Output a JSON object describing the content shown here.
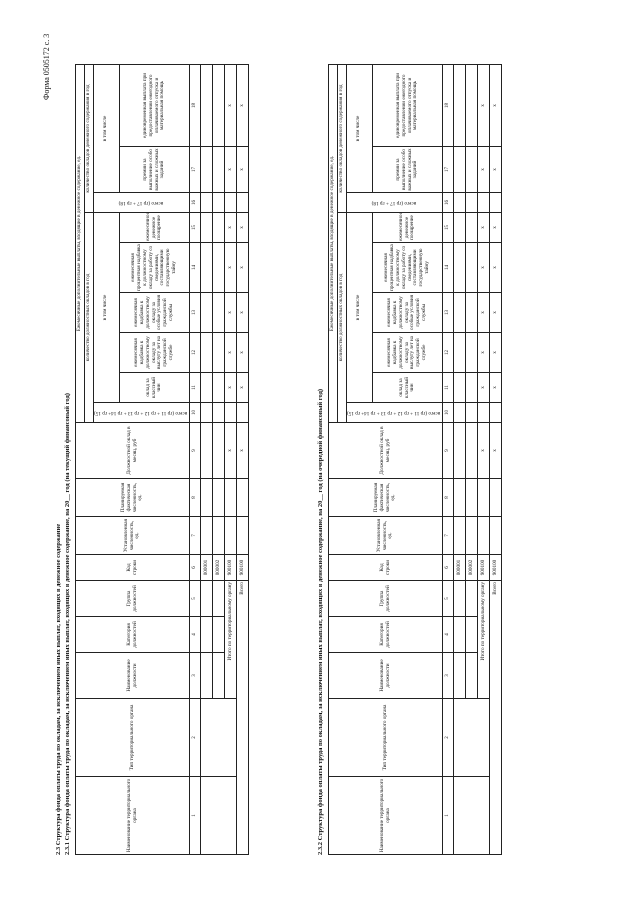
{
  "form_number": "Форма 0505172 с. 3",
  "section_title": "2.3 Структура фонда оплаты труда по окладам, за исключением иных выплат, входящих в денежное содержание",
  "table1": {
    "title": "2.3.1 Структура фонда оплаты труда по окладам, за исключением иных выплат, входящих в денежное содержание, на 20__ год (на текущий финансовый год)"
  },
  "table2": {
    "title": "2.3.2 Структура фонда оплаты труда по окладам, за исключением иных выплат, входящих в денежное содержание, на 20__ год (на очередной финансовый год)"
  },
  "headers": {
    "name": "Наименование территориального органа",
    "type": "Тип территориального органа",
    "position_name": "Наименование должности",
    "category": "Категория должностей",
    "group": "Группа должностей",
    "line_code": "Код строки",
    "established": "Установленная численность, ед.",
    "actual": "Планируемая фактическая численность, ед.",
    "salary": "Должностной оклад в месяц, руб",
    "monthly_block": "Ежемесячные дополнительные выплаты, входящие в денежное содержание, ед.",
    "count_salaries": "количество должностных окладов в год",
    "in_total": "всего (гр 11 + гр 12 + гр 13 + гр 14+ гр 15)",
    "including": "в том числе",
    "c_rank": "оклад за классный чин",
    "c_long": "ежемесячная надбавка к должностному окладу за выслугу лет на гражданской службе",
    "c_special": "ежемесячная надбавка к должностному окладу за особые условия гражданской службы",
    "c_secret": "ежемесячная процентная надбавка к должностному окладу за работу со сведениями, составляющими государственную тайну",
    "c_bonus": "ежемесячное денежное поощрение",
    "count_pay": "количество окладов денежного содержания в год",
    "pay_total": "всего (гр 17 + гр 18)",
    "pay_including": "в том числе",
    "c_premium": "премии за выполнение особо важных и сложных заданий",
    "c_lumpsum": "единовременная выплата при предоставлении ежегодного оплачиваемого отпуска и материальная помощь"
  },
  "col_numbers": [
    "1",
    "2",
    "3",
    "4",
    "5",
    "6",
    "7",
    "8",
    "9",
    "10",
    "11",
    "12",
    "13",
    "14",
    "15",
    "16",
    "17",
    "18"
  ],
  "codes": [
    "000001",
    "000002",
    "900100",
    "900100"
  ],
  "total_territorial": "Итого по территориальному органу",
  "total_all": "Всего",
  "x_mark": "x"
}
